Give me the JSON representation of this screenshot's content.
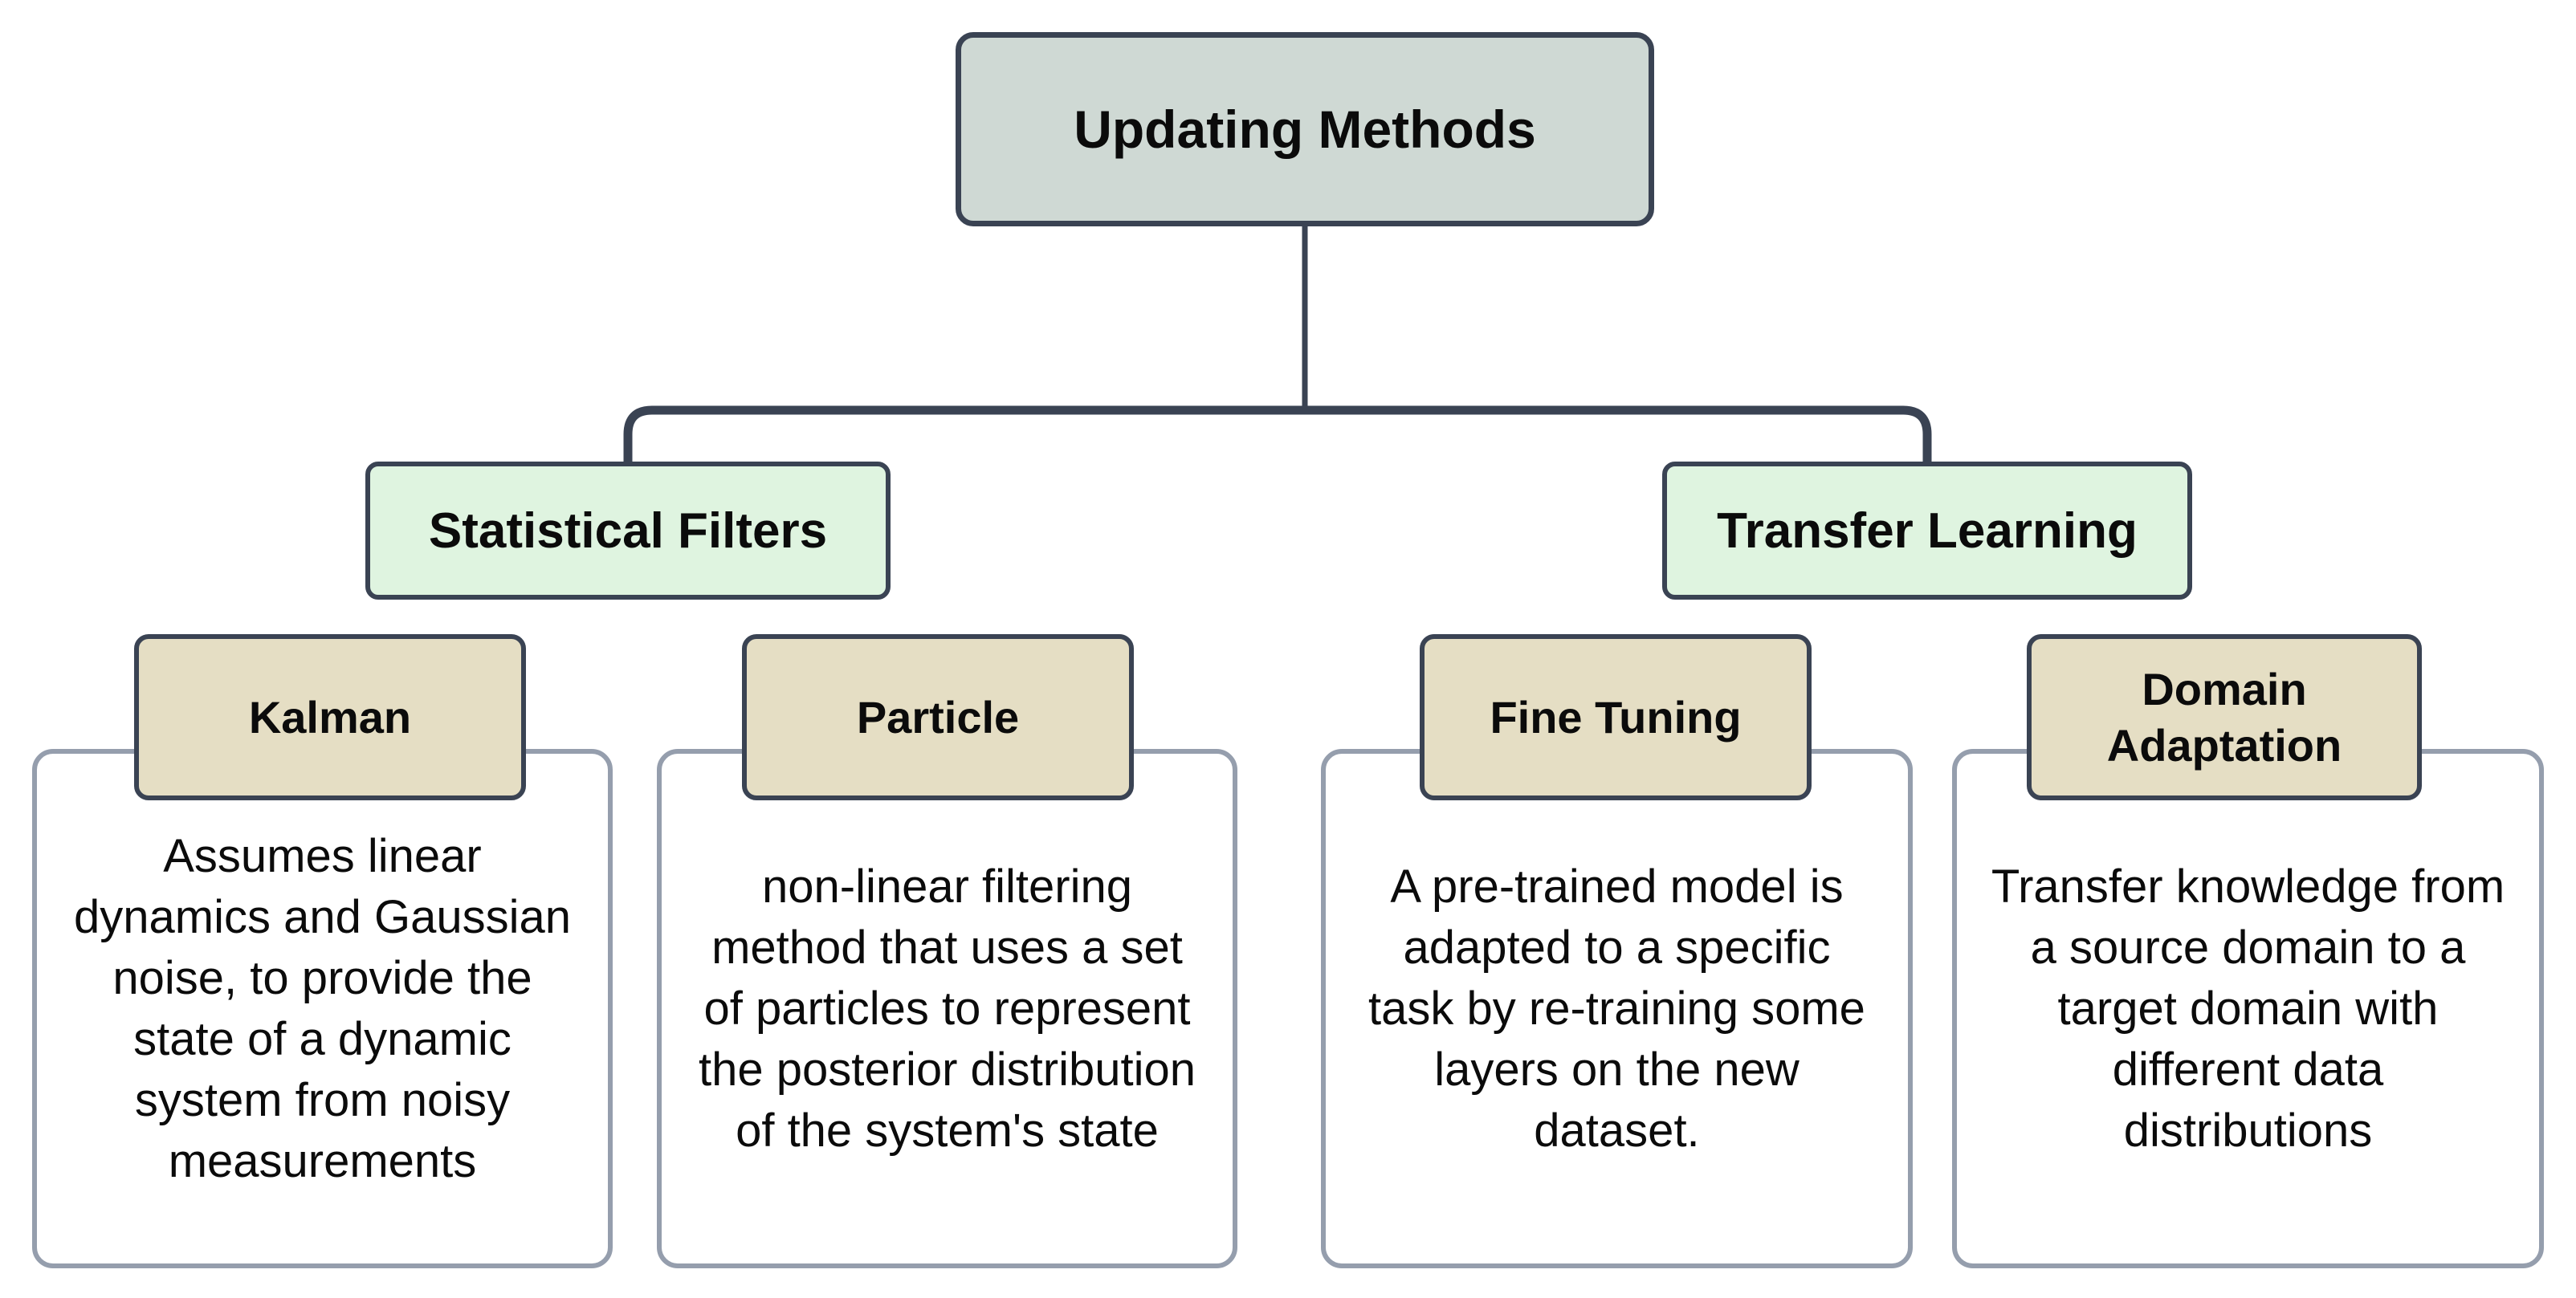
{
  "diagram": {
    "root": {
      "label": "Updating Methods"
    },
    "branches": [
      {
        "id": "statistical-filters",
        "label": "Statistical Filters",
        "children": [
          {
            "id": "kalman",
            "label": "Kalman",
            "description": "Assumes linear\ndynamics and Gaussian\nnoise, to provide the\nstate of a dynamic\nsystem from noisy\nmeasurements"
          },
          {
            "id": "particle",
            "label": "Particle",
            "description": "non-linear filtering\nmethod that uses a set\nof particles to represent\nthe posterior distribution\nof the system's state"
          }
        ]
      },
      {
        "id": "transfer-learning",
        "label": "Transfer Learning",
        "children": [
          {
            "id": "fine-tuning",
            "label": "Fine Tuning",
            "description": "A pre-trained model is\nadapted to a specific\ntask by re-training some\nlayers on the new\ndataset."
          },
          {
            "id": "domain-adaptation",
            "label": "Domain\nAdaptation",
            "description": "Transfer knowledge from\na source domain to a\ntarget domain with\ndifferent data\ndistributions"
          }
        ]
      }
    ],
    "colors": {
      "background": "#ffffff",
      "node_border": "#3a4353",
      "root_fill": "#cfd9d4",
      "branch_fill": "#dff4e0",
      "child_label_fill": "#e5dec4",
      "description_border": "#959ead",
      "description_fill": "#ffffff",
      "connector": "#3a4353",
      "text": "#0b0b0b"
    }
  }
}
